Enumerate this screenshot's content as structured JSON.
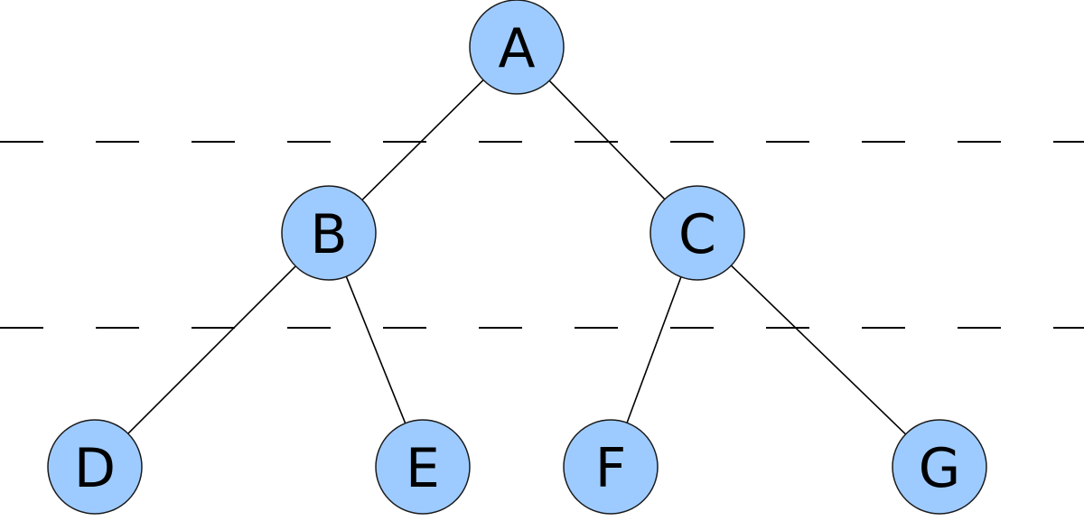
{
  "tree": {
    "colors": {
      "node_fill": "#9ecbff",
      "node_stroke": "#1a1a1a",
      "edge": "#000000",
      "divider": "#000000"
    },
    "nodes": [
      {
        "id": "A",
        "label": "A"
      },
      {
        "id": "B",
        "label": "B"
      },
      {
        "id": "C",
        "label": "C"
      },
      {
        "id": "D",
        "label": "D"
      },
      {
        "id": "E",
        "label": "E"
      },
      {
        "id": "F",
        "label": "F"
      },
      {
        "id": "G",
        "label": "G"
      }
    ],
    "edges": [
      {
        "from": "A",
        "to": "B"
      },
      {
        "from": "A",
        "to": "C"
      },
      {
        "from": "B",
        "to": "D"
      },
      {
        "from": "B",
        "to": "E"
      },
      {
        "from": "C",
        "to": "F"
      },
      {
        "from": "C",
        "to": "G"
      }
    ],
    "level_dividers": 2
  }
}
